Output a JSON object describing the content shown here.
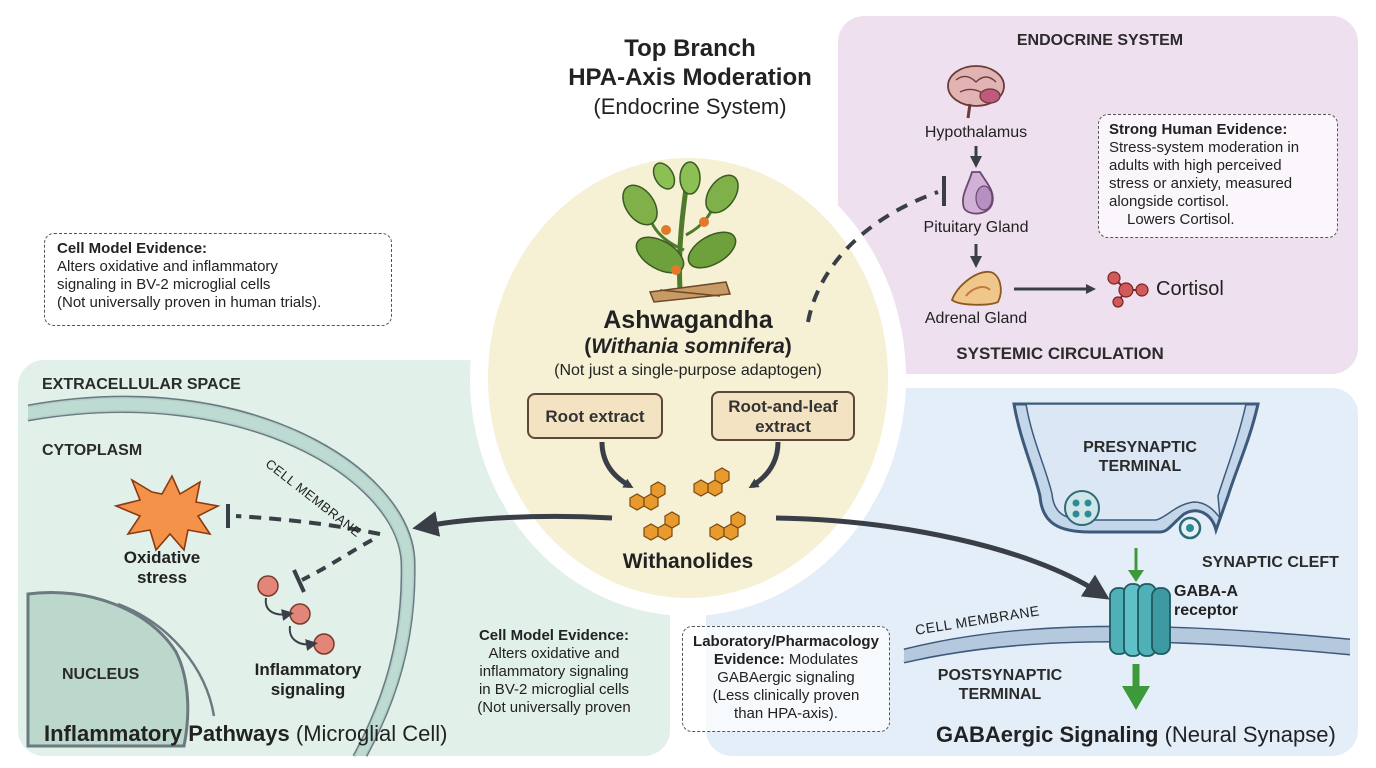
{
  "top_branch": {
    "line1": "Top Branch",
    "line2": "HPA-Axis Moderation",
    "line3": "(Endocrine System)"
  },
  "endocrine": {
    "title": "ENDOCRINE SYSTEM",
    "hypothalamus": "Hypothalamus",
    "pituitary": "Pituitary Gland",
    "adrenal": "Adrenal Gland",
    "cortisol": "Cortisol",
    "circulation": "SYSTEMIC CIRCULATION",
    "evidence_title": "Strong Human Evidence:",
    "evidence_line1": "Stress-system moderation in",
    "evidence_line2": "adults with high perceived",
    "evidence_line3": "stress or anxiety, measured",
    "evidence_line4": "alongside cortisol.",
    "evidence_line5": "Lowers Cortisol."
  },
  "center": {
    "name": "Ashwagandha",
    "latin_open": "(",
    "latin": "Withania somnifera",
    "latin_close": ")",
    "subtitle": "(Not just a single-purpose adaptogen)",
    "root_extract": "Root extract",
    "root_leaf_line1": "Root-and-leaf",
    "root_leaf_line2": "extract",
    "compounds": "Withanolides"
  },
  "cell_model_top": {
    "title": "Cell Model Evidence:",
    "line1": "Alters oxidative and inflammatory",
    "line2": "signaling in BV-2 microglial cells",
    "line3": "(Not universally proven in human trials)."
  },
  "microglia": {
    "extracellular": "EXTRACELLULAR SPACE",
    "cytoplasm": "CYTOPLASM",
    "membrane": "CELL MEMBRANE",
    "oxidative_line1": "Oxidative",
    "oxidative_line2": "stress",
    "inflammatory_line1": "Inflammatory",
    "inflammatory_line2": "signaling",
    "nucleus": "NUCLEUS",
    "evidence_title": "Cell Model Evidence:",
    "evidence_line1": "Alters oxidative and",
    "evidence_line2": "inflammatory signaling",
    "evidence_line3": "in BV-2 microglial cells",
    "evidence_line4": "(Not universally proven",
    "caption_bold": "Inflammatory Pathways",
    "caption_rest": " (Microglial Cell)"
  },
  "synapse": {
    "presynaptic_line1": "PRESYNAPTIC",
    "presynaptic_line2": "TERMINAL",
    "cleft": "SYNAPTIC CLEFT",
    "receptor_line1": "GABA-A",
    "receptor_line2": "receptor",
    "membrane": "CELL MEMBRANE",
    "postsynaptic_line1": "POSTSYNAPTIC",
    "postsynaptic_line2": "TERMINAL",
    "evidence_title1": "Laboratory/Pharmacology",
    "evidence_title2": "Evidence:",
    "evidence_rest2": " Modulates",
    "evidence_line3": "GABAergic signaling",
    "evidence_line4": "(Less clinically proven",
    "evidence_line5": "than HPA-axis).",
    "caption_bold": "GABAergic Signaling",
    "caption_rest": " (Neural Synapse)"
  },
  "colors": {
    "endocrine_panel": "#efe0f0",
    "microglia_panel": "#e2f0ea",
    "synapse_panel": "#e3eef8",
    "center_oval": "#f6f0d4",
    "molecule": "#e89a2c",
    "inhibit_red": "#b53b3b",
    "receptor": "#4fb0b8",
    "arrow_green": "#3c9a3a"
  }
}
